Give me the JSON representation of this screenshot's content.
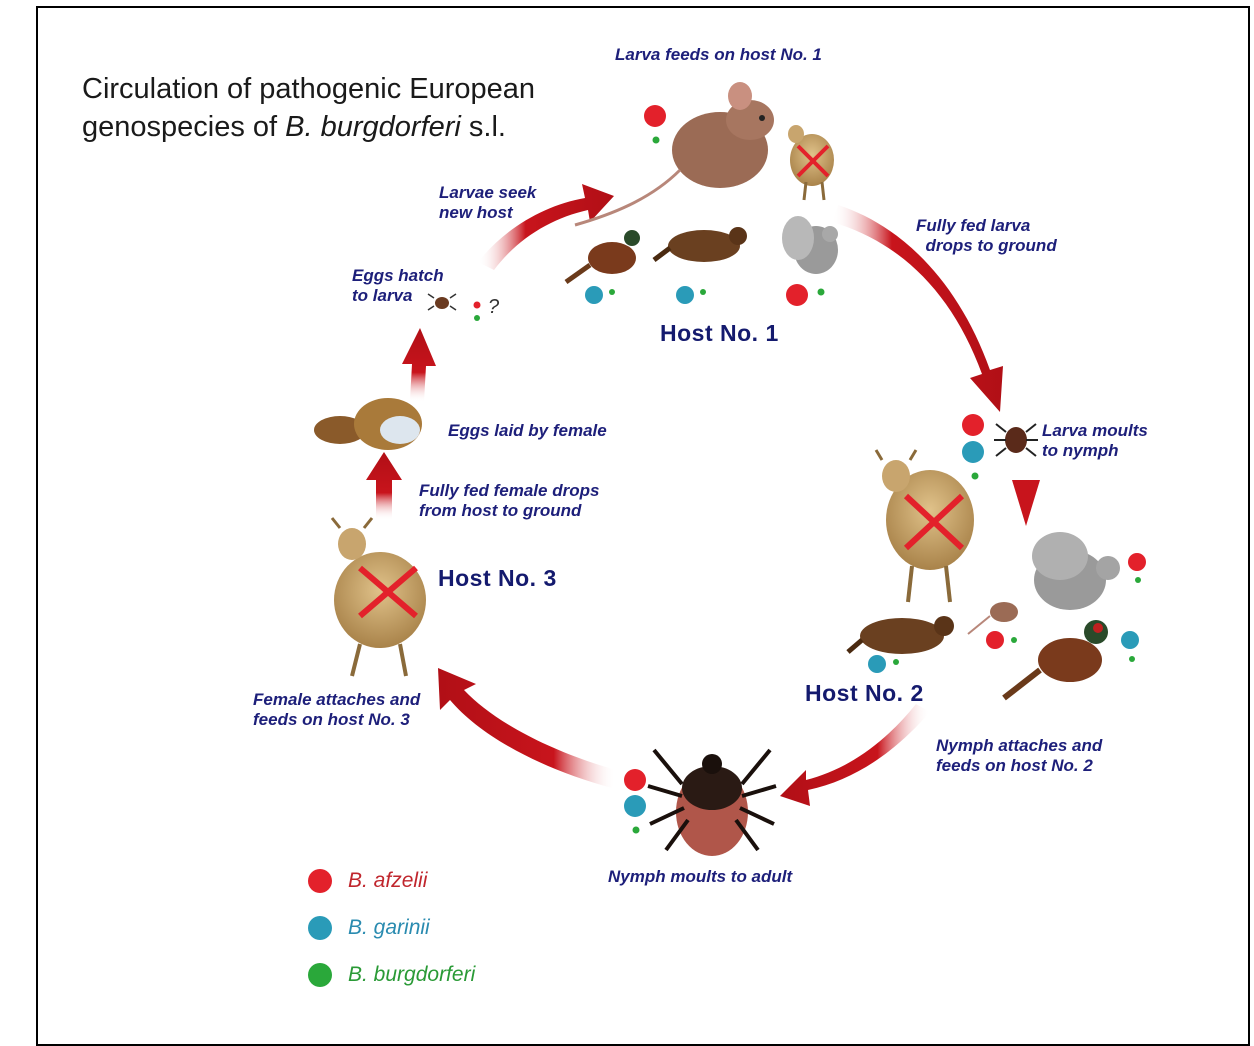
{
  "title": {
    "line1": "Circulation of pathogenic European",
    "line2_prefix": "genospecies of ",
    "line2_italic": "B. burgdorferi",
    "line2_suffix": " s.l."
  },
  "steps": {
    "larva_feeds": "Larva feeds on host No. 1",
    "fully_fed_larva": "Fully fed larva\n  drops to ground",
    "larva_moults": "Larva moults\nto nymph",
    "nymph_attaches": "Nymph attaches and\nfeeds on host No. 2",
    "nymph_moults": "Nymph moults to adult",
    "female_attaches": "Female attaches and\nfeeds on host No. 3",
    "fully_fed_female": "Fully fed female drops\nfrom host to ground",
    "eggs_laid": "Eggs laid by female",
    "eggs_hatch": "Eggs hatch\nto larva",
    "larvae_seek": "Larvae seek\nnew host",
    "question_mark": "?"
  },
  "hosts": {
    "host1": "Host No. 1",
    "host2": "Host No. 2",
    "host3": "Host No. 3"
  },
  "legend": [
    {
      "label": "B. afzelii",
      "color": "#e3212b"
    },
    {
      "label": "B. garinii",
      "color": "#2a9bb8"
    },
    {
      "label": "B. burgdorferi",
      "color": "#2aa83a"
    }
  ],
  "colors": {
    "arrow": "#c8141c",
    "afzelii": "#e3212b",
    "garinii": "#2a9bb8",
    "burgdorferi": "#2aa83a",
    "label_text": "#1d1f7a"
  },
  "icons": [
    "mouse-icon",
    "deer-icon",
    "pheasant-icon",
    "thrush-icon",
    "squirrel-icon",
    "tick-larva-icon",
    "tick-nymph-icon",
    "tick-adult-icon",
    "eggs-icon",
    "cross-icon"
  ]
}
